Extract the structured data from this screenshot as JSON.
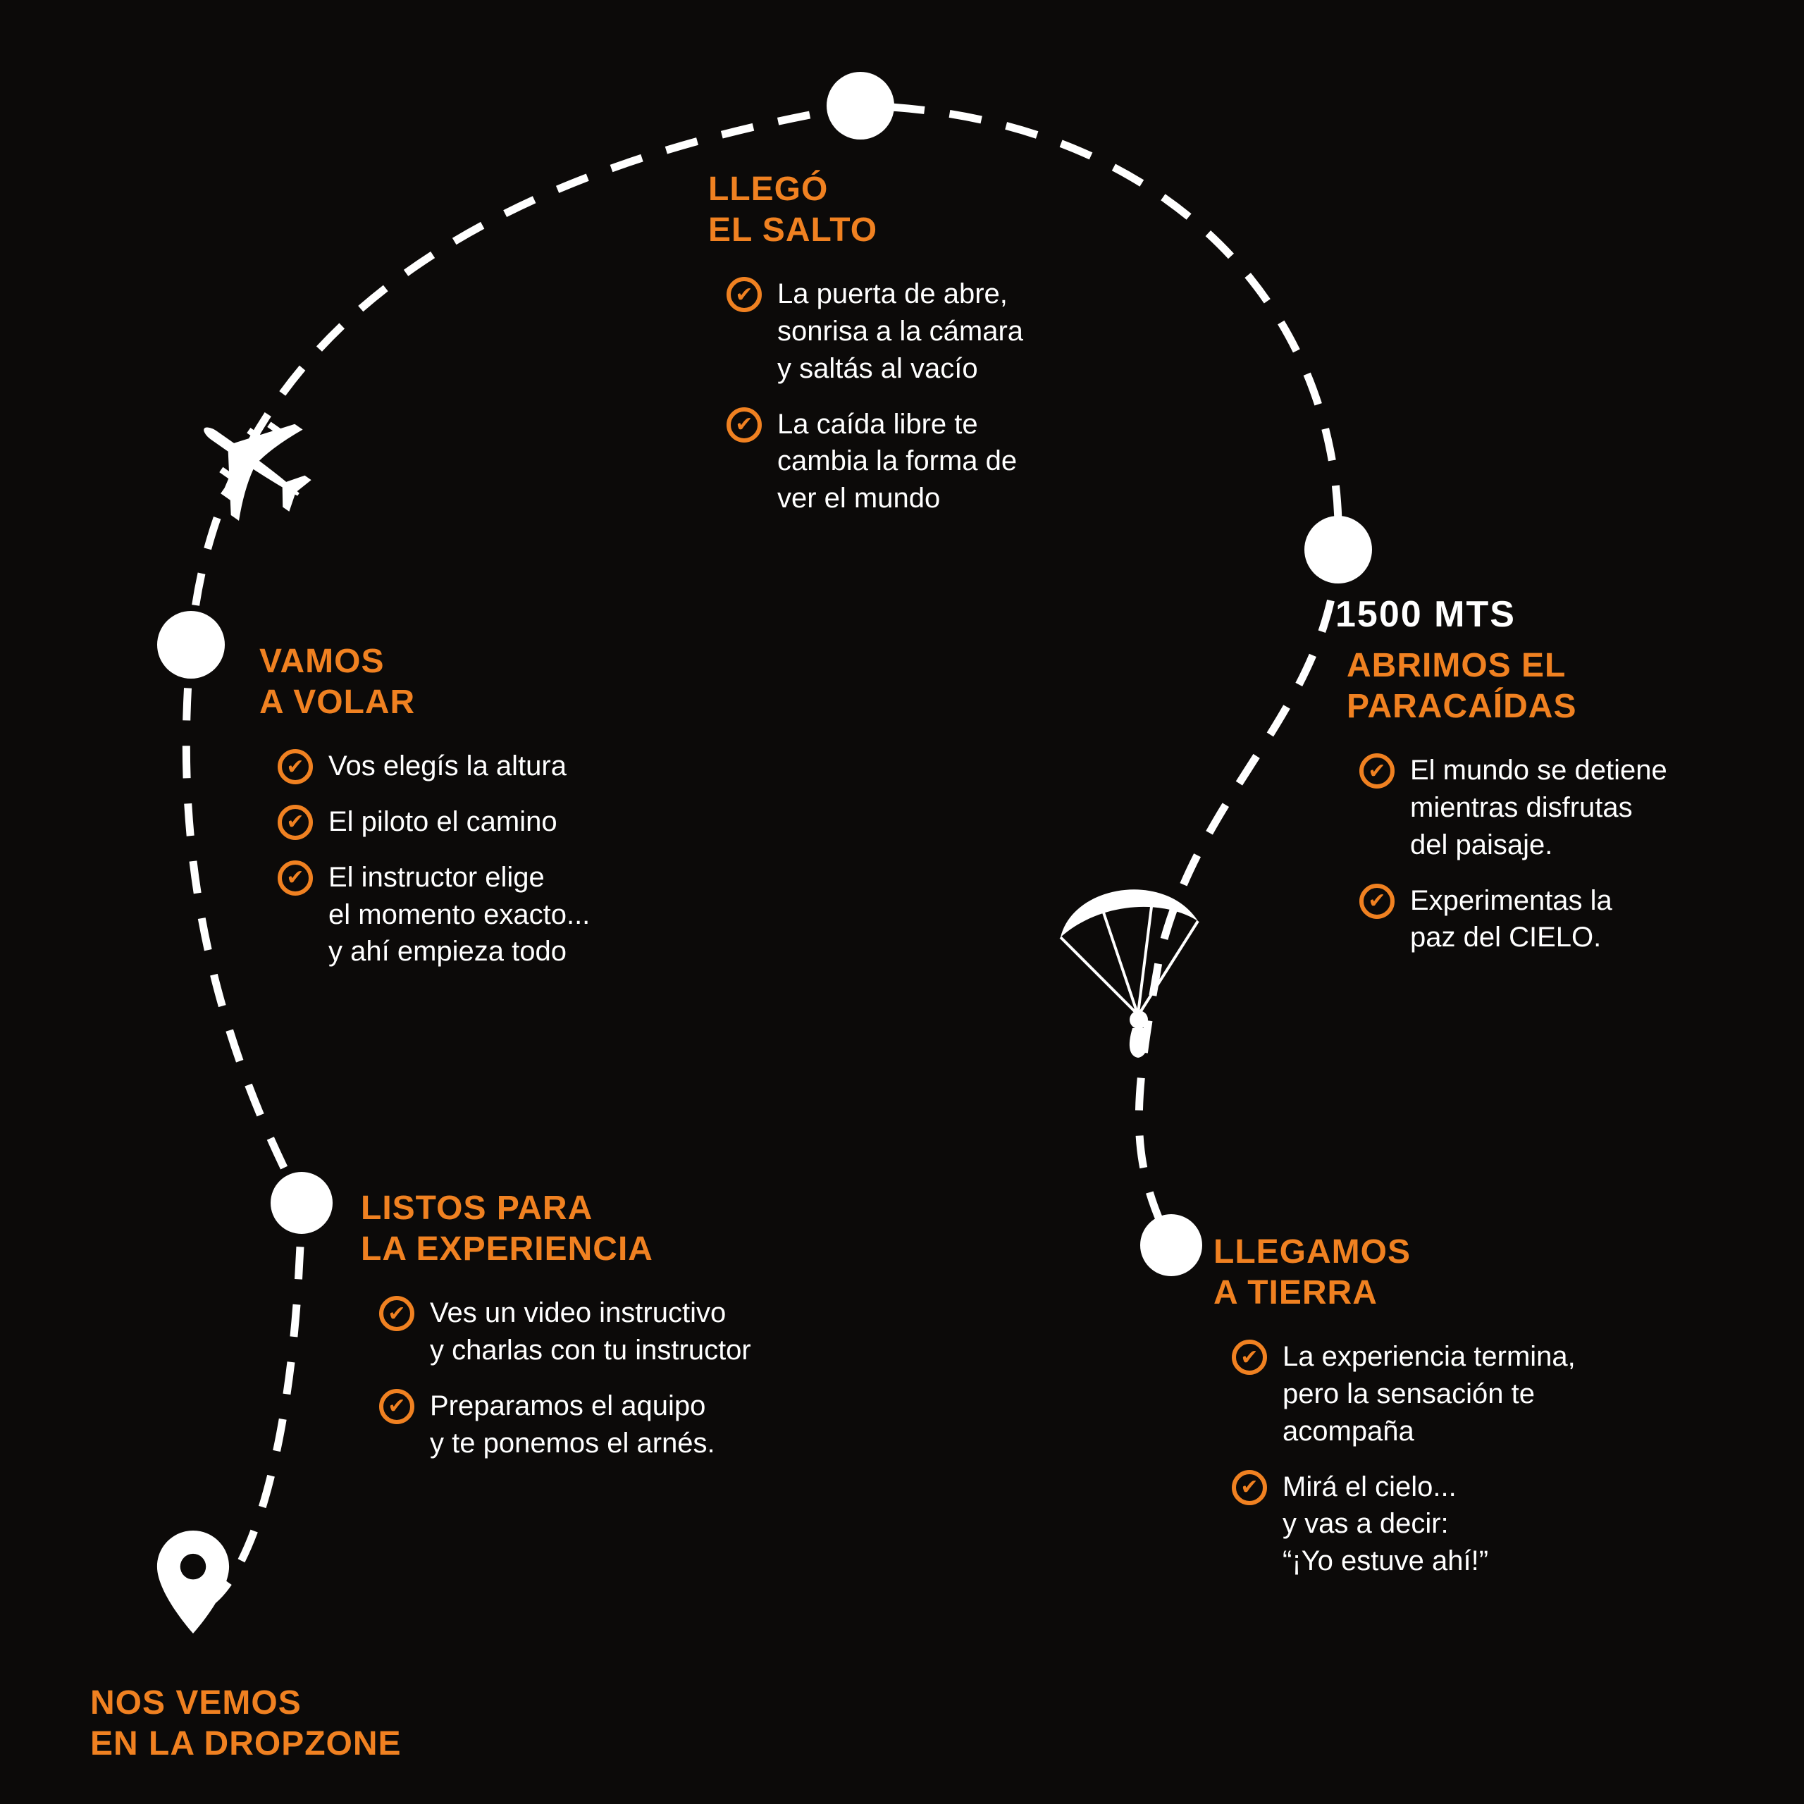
{
  "colors": {
    "background": "#0C0A09",
    "accent": "#F08121",
    "text": "#FFFFFF",
    "node": "#FFFFFF"
  },
  "icons": {
    "check_glyph": "✔",
    "plane_glyph": "✈"
  },
  "stages": {
    "dropzone": {
      "title": "NOS VEMOS\nEN LA DROPZONE"
    },
    "listos": {
      "title": "LISTOS PARA\nLA EXPERIENCIA",
      "items": [
        "Ves un video instructivo\ny charlas con tu instructor",
        "Preparamos el aquipo\ny te ponemos el arnés."
      ]
    },
    "vamos": {
      "title": "VAMOS\nA VOLAR",
      "items": [
        "Vos elegís la altura",
        "El piloto el camino",
        "El instructor elige\nel momento exacto...\ny ahí empieza todo"
      ]
    },
    "salto": {
      "title": "LLEGÓ\nEL SALTO",
      "items": [
        "La puerta de abre,\nsonrisa a la cámara\ny saltás al vacío",
        "La caída libre te\ncambia la forma de\nver el mundo"
      ]
    },
    "paracaidas": {
      "altitude": "1500 MTS",
      "title": "ABRIMOS EL\nPARACAÍDAS",
      "items": [
        "El mundo se detiene\nmientras disfrutas\ndel paisaje.",
        "Experimentas la\npaz del CIELO."
      ]
    },
    "tierra": {
      "title": "LLEGAMOS\nA TIERRA",
      "items": [
        "La experiencia termina,\npero la sensación te\nacompaña",
        "Mirá el cielo...\ny vas a decir:\n“¡Yo estuve ahí!”"
      ]
    }
  }
}
